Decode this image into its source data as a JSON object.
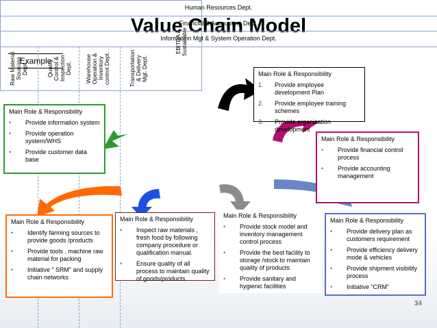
{
  "title": "Value Chain Model",
  "example_label": "Example",
  "heading": "Main Role & Responsibility",
  "support": {
    "hr": "Human Resources Dept.",
    "finance": "Financial & Accounting Dept.",
    "it": "Information Mgt & System Operation Dept."
  },
  "primary": {
    "raw": "Raw Material Sourcing Dept.",
    "qc": "Quality Control & Inspection Dept.",
    "warehouse": "Warehouse Operation & Inventory control Dept.",
    "transport": "Transportation & Delivery Mgt. Dept."
  },
  "margin_label": "EBITDA & Sustainable",
  "boxes": {
    "hr": {
      "items": [
        {
          "marker": "1.",
          "text": "Provide employee development Plan"
        },
        {
          "marker": "2.",
          "text": "Provide employee training schemes"
        },
        {
          "marker": "3.",
          "text": "Provide organization development"
        }
      ]
    },
    "it": {
      "items": [
        {
          "marker": "•",
          "text": "Provide information system"
        },
        {
          "marker": "•",
          "text": "Provide operation system/WHS"
        },
        {
          "marker": "•",
          "text": "Provide customer data base"
        }
      ]
    },
    "finance": {
      "items": [
        {
          "marker": "•",
          "text": "Provide financial control process"
        },
        {
          "marker": "•",
          "text": "Provide accounting management"
        }
      ]
    },
    "raw": {
      "items": [
        {
          "marker": "•",
          "text": "Identify farming sources to provide goods /products"
        },
        {
          "marker": "•",
          "text": "Provide tools , machine raw material for packing"
        },
        {
          "marker": "•",
          "text": "Initiative “ SRM” and supply chain networks"
        }
      ]
    },
    "qc": {
      "items": [
        {
          "marker": "•",
          "text": "Inspect raw materials , fresh food by following company procedure or qualification manual."
        },
        {
          "marker": "•",
          "text": "Ensure quality of all process to maintain quality of goods/products"
        }
      ]
    },
    "warehouse": {
      "items": [
        {
          "marker": "•",
          "text": "Provide stock model and inventory management control process"
        },
        {
          "marker": "•",
          "text": "Provide the best facility to storage /stock to maintain quality of products"
        },
        {
          "marker": "•",
          "text": "Provide sanitary and hygienic facilities"
        }
      ]
    },
    "transport": {
      "items": [
        {
          "marker": "•",
          "text": "Provide delivery plan as customers requirement"
        },
        {
          "marker": "•",
          "text": "Provide efficiency delivery mode & vehicles"
        },
        {
          "marker": "•",
          "text": "Provide shipment visibility process"
        },
        {
          "marker": "•",
          "text": "Initiative “CRM”"
        }
      ]
    }
  },
  "page_number": "34",
  "colors": {
    "hr": "#000000",
    "it": "#2e9a2e",
    "finance": "#b0106e",
    "raw": "#ff6a00",
    "qc": "#7a1c1c",
    "qc_arrow": "#1f4fe0",
    "warehouse": "#8c8c8c",
    "transport": "#5570c0",
    "chain_border": "#8aa0c8"
  },
  "icons": [
    "curved-arrow-icon"
  ]
}
